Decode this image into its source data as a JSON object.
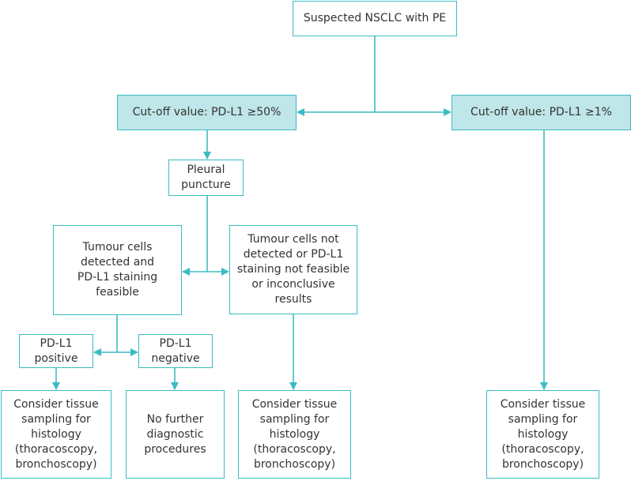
{
  "colors": {
    "line": "#3bbcc2",
    "fill": "#bfe6e8",
    "text": "#333333"
  },
  "nodes": {
    "start": "Suspected NSCLC with PE",
    "cutoff_50": "Cut-off value: PD-L1 ≥50%",
    "cutoff_1": "Cut-off value: PD-L1 ≥1%",
    "pleural_puncture": "Pleural\npuncture",
    "tumour_detected": "Tumour cells\ndetected and\nPD-L1 staining\nfeasible",
    "tumour_not_detected": "Tumour cells not\ndetected or PD-L1\nstaining not feasible\nor inconclusive\nresults",
    "pdl1_positive": "PD-L1\npositive",
    "pdl1_negative": "PD-L1\nnegative",
    "tissue_sampling_1": "Consider tissue\nsampling for\nhistology\n(thoracoscopy,\nbronchoscopy)",
    "no_further": "No further\ndiagnostic\nprocedures",
    "tissue_sampling_2": "Consider tissue\nsampling for\nhistology\n(thoracoscopy,\nbronchoscopy)",
    "tissue_sampling_3": "Consider tissue\nsampling for\nhistology\n(thoracoscopy,\nbronchoscopy)"
  }
}
